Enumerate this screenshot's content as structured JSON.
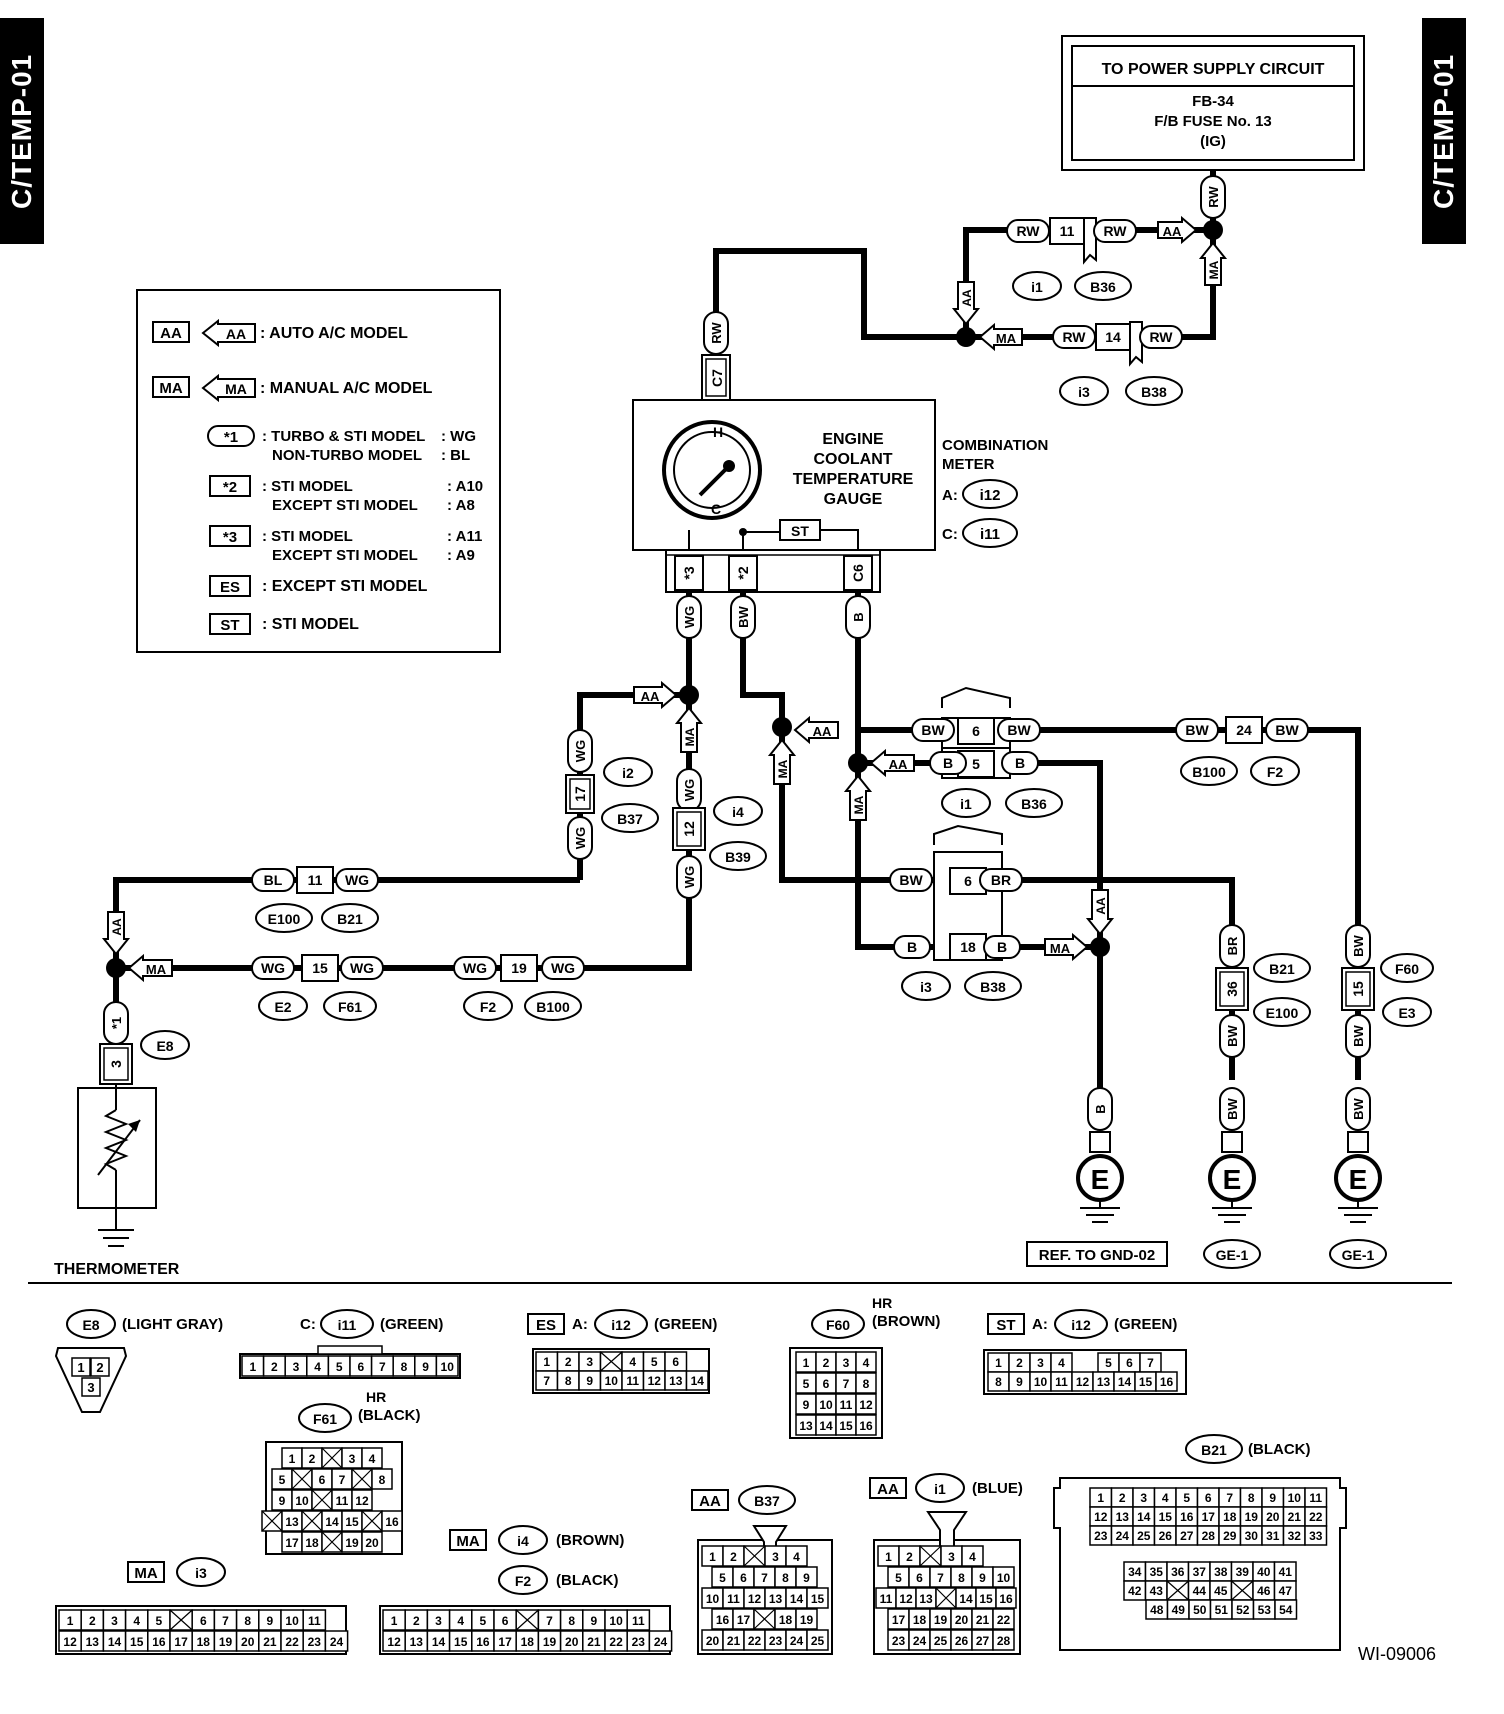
{
  "page": {
    "section_label_left": "C/TEMP-01",
    "section_label_right": "C/TEMP-01",
    "figure_id": "WI-09006"
  },
  "legend": {
    "items": [
      {
        "code": "AA",
        "text": ": AUTO A/C MODEL"
      },
      {
        "code": "MA",
        "text": ": MANUAL A/C MODEL"
      },
      {
        "code": "*1",
        "line1": ": TURBO & STI MODEL",
        "val1": ": WG",
        "line2": "NON-TURBO MODEL",
        "val2": ": BL"
      },
      {
        "code": "*2",
        "line1": ": STI MODEL",
        "val1": ": A10",
        "line2": "EXCEPT STI MODEL",
        "val2": ": A8"
      },
      {
        "code": "*3",
        "line1": ": STI MODEL",
        "val1": ": A11",
        "line2": "EXCEPT STI MODEL",
        "val2": ": A9"
      },
      {
        "code": "ES",
        "text": ": EXCEPT STI MODEL"
      },
      {
        "code": "ST",
        "text": ": STI MODEL"
      }
    ]
  },
  "power_supply": {
    "title": "TO POWER SUPPLY CIRCUIT",
    "line1": "FB-34",
    "line2": "F/B FUSE No. 13",
    "line3": "(IG)"
  },
  "combination_meter": {
    "gauge_title": [
      "ENGINE",
      "COOLANT",
      "TEMPERATURE",
      "GAUGE"
    ],
    "name": [
      "COMBINATION",
      "METER"
    ],
    "conn_a_prefix": "A:",
    "conn_a": "i12",
    "conn_c_prefix": "C:",
    "conn_c": "i11",
    "st_label": "ST",
    "gauge_hot": "H",
    "gauge_cold": "C",
    "pin_top": "C7",
    "pin_a": "*3",
    "pin_b": "*2",
    "pin_c": "C6"
  },
  "wire_codes": {
    "rw": "RW",
    "wg": "WG",
    "bw": "BW",
    "b": "B",
    "bl": "BL",
    "br": "BR",
    "aa": "AA",
    "ma": "MA"
  },
  "pins": {
    "p11": "11",
    "p14": "14",
    "p17": "17",
    "p12": "12",
    "p15": "15",
    "p19": "19",
    "p6": "6",
    "p5": "5",
    "p24": "24",
    "p18": "18",
    "p36": "36",
    "p3": "3",
    "star1": "*1"
  },
  "connectors": {
    "i1": "i1",
    "B36": "B36",
    "i3": "i3",
    "B38": "B38",
    "i2": "i2",
    "B37": "B37",
    "i4": "i4",
    "B39": "B39",
    "E100": "E100",
    "B21": "B21",
    "E2": "E2",
    "F61": "F61",
    "F2": "F2",
    "B100": "B100",
    "E8": "E8",
    "F60": "F60",
    "E3": "E3"
  },
  "thermometer": {
    "label": "THERMOMETER"
  },
  "grounds": {
    "symbol": "E",
    "ref1": "REF. TO GND-02",
    "ref2": "GE-1",
    "ref3": "GE-1"
  },
  "connector_views": {
    "e8": {
      "name": "E8",
      "color": "(LIGHT GRAY)",
      "pins": [
        "1",
        "2",
        "3"
      ]
    },
    "i11": {
      "prefix": "C:",
      "name": "i11",
      "color": "(GREEN)",
      "pins": [
        "1",
        "2",
        "3",
        "4",
        "5",
        "6",
        "7",
        "8",
        "9",
        "10"
      ]
    },
    "i12_es": {
      "tag": "ES",
      "prefix": "A:",
      "name": "i12",
      "color": "(GREEN)",
      "row1": [
        "1",
        "2",
        "3",
        "",
        "4",
        "5",
        "6"
      ],
      "row2": [
        "7",
        "8",
        "9",
        "10",
        "11",
        "12",
        "13",
        "14"
      ]
    },
    "f60": {
      "name": "F60",
      "hr": "HR",
      "color": "(BROWN)",
      "rows": [
        [
          "1",
          "2",
          "3",
          "4"
        ],
        [
          "5",
          "6",
          "7",
          "8"
        ],
        [
          "9",
          "10",
          "11",
          "12"
        ],
        [
          "13",
          "14",
          "15",
          "16"
        ]
      ]
    },
    "i12_st": {
      "tag": "ST",
      "prefix": "A:",
      "name": "i12",
      "color": "(GREEN)",
      "row1": [
        "1",
        "2",
        "3",
        "4",
        "5",
        "6",
        "7"
      ],
      "row2": [
        "8",
        "9",
        "10",
        "11",
        "12",
        "13",
        "14",
        "15",
        "16"
      ]
    },
    "f61": {
      "name": "F61",
      "hr": "HR",
      "color": "(BLACK)",
      "rows": [
        [
          "1",
          "2",
          "",
          "3",
          "4"
        ],
        [
          "5",
          "",
          "6",
          "7",
          "",
          "8"
        ],
        [
          "9",
          "10",
          "",
          "11",
          "12"
        ],
        [
          "",
          "13",
          "",
          "14",
          "15",
          "",
          "16"
        ],
        [
          "17",
          "18",
          "",
          "19",
          "20"
        ]
      ]
    },
    "b21": {
      "name": "B21",
      "color": "(BLACK)",
      "row1": [
        "1",
        "2",
        "3",
        "4",
        "5",
        "6",
        "7",
        "8",
        "9",
        "10",
        "11"
      ],
      "row2": [
        "12",
        "13",
        "14",
        "15",
        "16",
        "17",
        "18",
        "19",
        "20",
        "21",
        "22"
      ],
      "row3": [
        "23",
        "24",
        "25",
        "26",
        "27",
        "28",
        "29",
        "30",
        "31",
        "32",
        "33"
      ],
      "row4": [
        "34",
        "35",
        "36",
        "37",
        "38",
        "39",
        "40",
        "41"
      ],
      "row5": [
        "42",
        "43",
        "",
        "44",
        "45",
        "",
        "46",
        "47"
      ],
      "row6": [
        "48",
        "49",
        "50",
        "51",
        "52",
        "53",
        "54"
      ]
    },
    "i4": {
      "tag": "MA",
      "name": "i4",
      "color": "(BROWN)"
    },
    "f2": {
      "name": "F2",
      "color": "(BLACK)",
      "row1": [
        "1",
        "2",
        "3",
        "4",
        "5",
        "6",
        "",
        "7",
        "8",
        "9",
        "10",
        "11"
      ],
      "row2": [
        "12",
        "13",
        "14",
        "15",
        "16",
        "17",
        "18",
        "19",
        "20",
        "21",
        "22",
        "23",
        "24"
      ]
    },
    "i3": {
      "tag": "MA",
      "name": "i3",
      "row1": [
        "1",
        "2",
        "3",
        "4",
        "5",
        "",
        "6",
        "7",
        "8",
        "9",
        "10",
        "11"
      ],
      "row2": [
        "12",
        "13",
        "14",
        "15",
        "16",
        "17",
        "18",
        "19",
        "20",
        "21",
        "22",
        "23",
        "24"
      ]
    },
    "b37": {
      "tag": "AA",
      "name": "B37",
      "row1": [
        "1",
        "2",
        "",
        "3",
        "4"
      ],
      "row2": [
        "5",
        "6",
        "7",
        "8",
        "9"
      ],
      "row3": [
        "10",
        "11",
        "12",
        "13",
        "14",
        "15"
      ],
      "row4": [
        "16",
        "17",
        "",
        "18",
        "19"
      ],
      "row5": [
        "20",
        "21",
        "22",
        "23",
        "24",
        "25"
      ]
    },
    "i1": {
      "tag": "AA",
      "name": "i1",
      "color": "(BLUE)",
      "row1": [
        "1",
        "2",
        "",
        "3",
        "4"
      ],
      "row2": [
        "5",
        "6",
        "7",
        "8",
        "9",
        "10"
      ],
      "row3": [
        "11",
        "12",
        "13",
        "",
        "14",
        "15",
        "16"
      ],
      "row4": [
        "17",
        "18",
        "19",
        "20",
        "21",
        "22"
      ],
      "row5": [
        "23",
        "24",
        "25",
        "26",
        "27",
        "28"
      ]
    }
  }
}
